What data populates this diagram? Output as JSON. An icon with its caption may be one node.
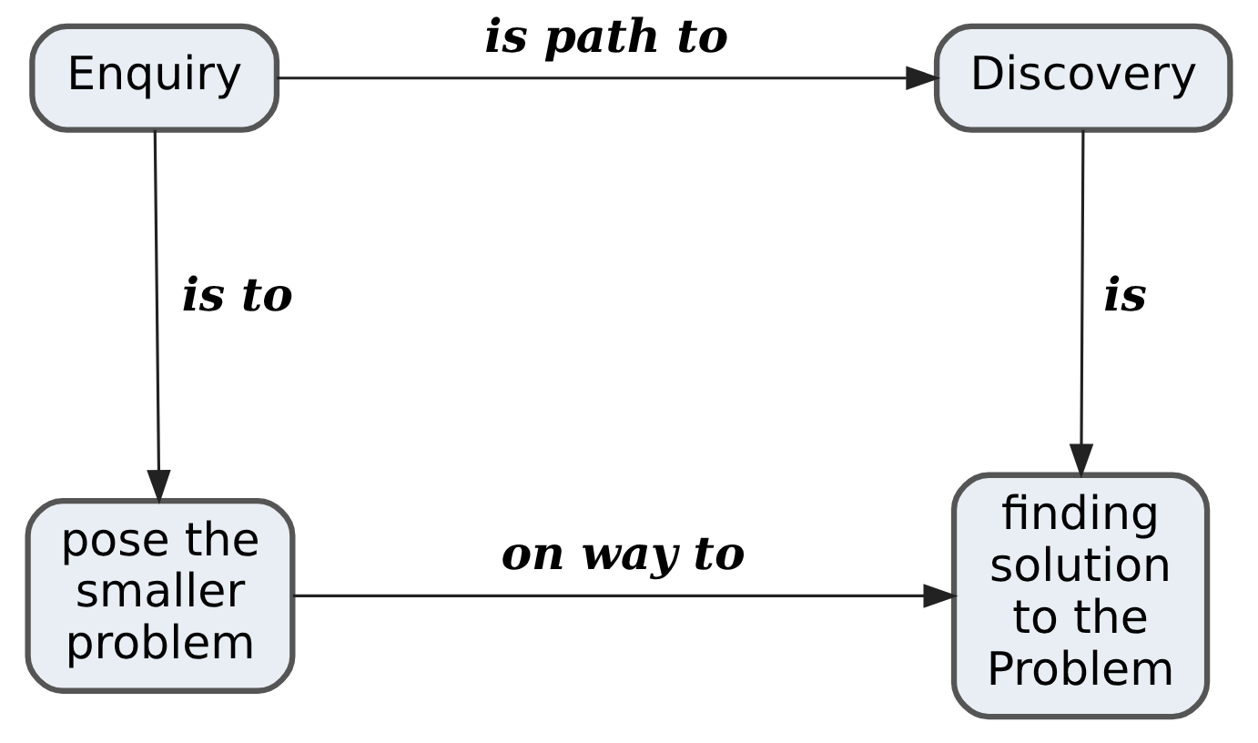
{
  "diagram": {
    "nodes": [
      {
        "text": [
          "Enquiry"
        ]
      },
      {
        "text": [
          "Discovery"
        ]
      },
      {
        "text": [
          "pose the smaller problem"
        ]
      },
      {
        "text": [
          "finding solution to the Problem"
        ]
      }
    ],
    "edges": [
      {
        "from": 0,
        "to": 1,
        "arrow": "to",
        "label": "is path to"
      },
      {
        "from": 0,
        "to": 2,
        "arrow": "to",
        "label": "is to"
      },
      {
        "from": 1,
        "to": 3,
        "arrow": "to",
        "label": "is"
      },
      {
        "from": 2,
        "to": 3,
        "arrow": "to",
        "label": "on way to"
      }
    ]
  }
}
